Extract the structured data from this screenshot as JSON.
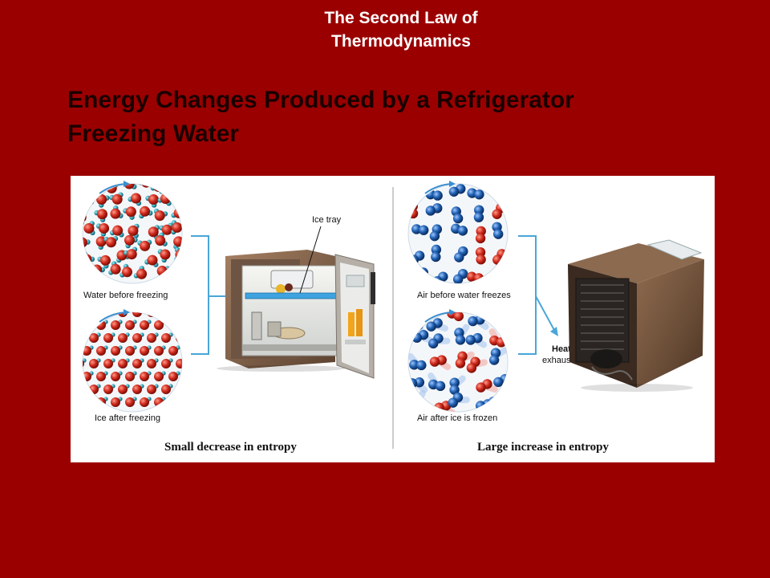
{
  "header": {
    "title_line1": "The Second Law of",
    "title_line2": "Thermodynamics"
  },
  "slide": {
    "title_line1": "Energy Changes Produced by a Refrigerator",
    "title_line2": "Freezing Water"
  },
  "figure": {
    "left_panel": {
      "label_top": "Water before freezing",
      "label_bottom": "Ice after freezing",
      "ice_tray_label": "Ice tray",
      "caption": "Small decrease in entropy"
    },
    "right_panel": {
      "label_top": "Air before water freezes",
      "label_bottom": "Air after ice is frozen",
      "heat_label_line1": "Heat",
      "heat_label_line2": "exhaust",
      "caption": "Large increase in entropy"
    }
  },
  "colors": {
    "background": "#9b0000",
    "header_text": "#ffffff",
    "title_text": "#1a0000",
    "bracket_blue": "#4aa6d8",
    "oxygen_red": "#c8281e",
    "hydrogen_teal": "#2a9cb0",
    "nitrogen_blue": "#1f5fb0"
  }
}
